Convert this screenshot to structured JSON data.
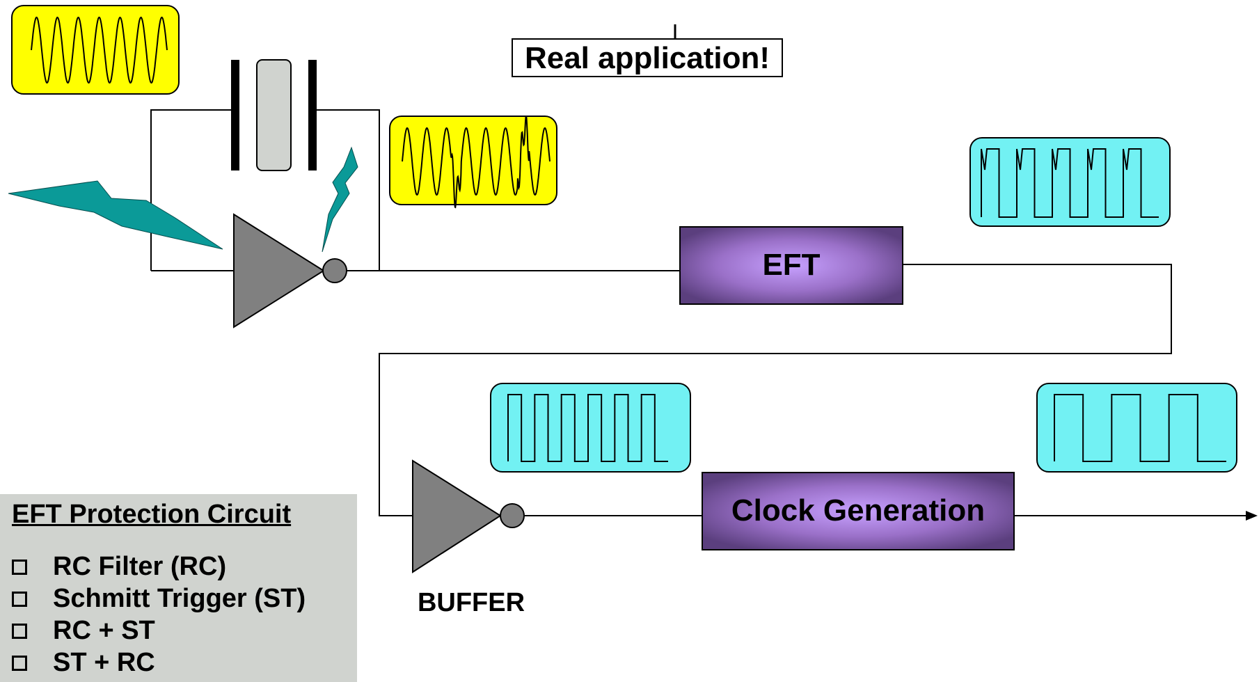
{
  "title": "Real application!",
  "blocks": {
    "eft": "EFT",
    "clock_generation": "Clock Generation"
  },
  "buffer_label": "BUFFER",
  "protection_panel": {
    "title": "EFT Protection Circuit",
    "options": [
      "RC Filter (RC)",
      "Schmitt Trigger (ST)",
      "RC + ST",
      "ST + RC"
    ]
  },
  "colors": {
    "sine_box_fill": "#ffff00",
    "square_box_fill": "#72f1f3",
    "block_fill": "#8a60b6",
    "block_highlight": "#c7a1ff",
    "lightning": "#0b9a98",
    "gate_fill": "#808080",
    "crystal_fill": "#d0d3cf",
    "panel_fill": "#d0d3cf"
  },
  "icons": [
    "lightning-bolt-icon",
    "inverter-gate-icon",
    "crystal-oscillator-icon",
    "checkbox-icon",
    "arrow-icon"
  ]
}
